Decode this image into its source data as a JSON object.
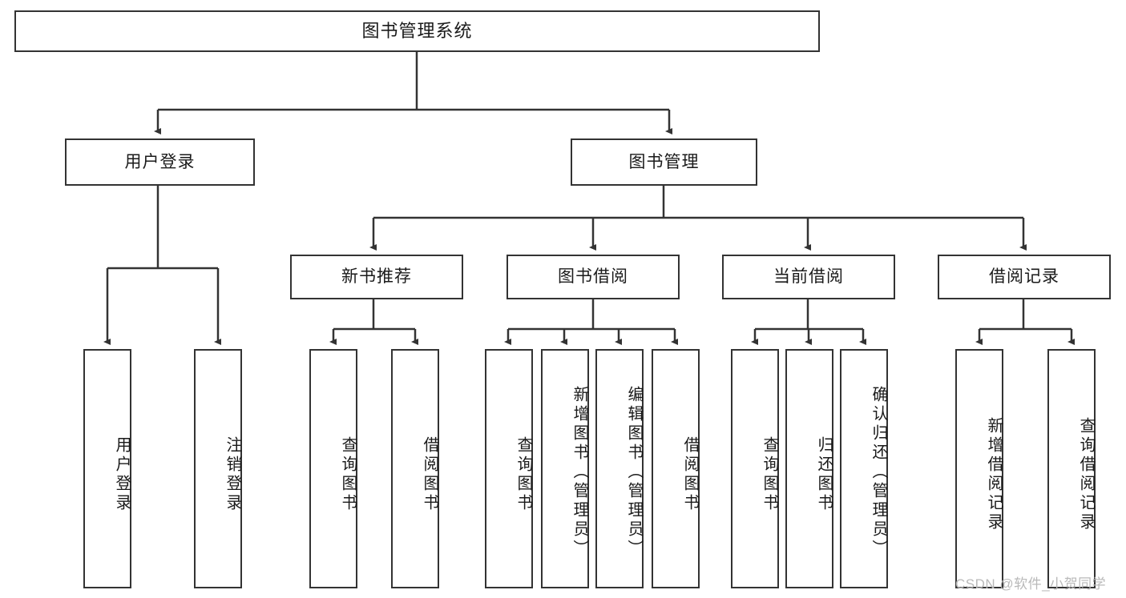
{
  "diagram": {
    "title": "图书管理系统",
    "type": "tree-hierarchy-chart",
    "root": {
      "id": "root",
      "label": "图书管理系统"
    },
    "level2": [
      {
        "id": "user-login",
        "label": "用户登录"
      },
      {
        "id": "book-manage",
        "label": "图书管理"
      }
    ],
    "level3": [
      {
        "id": "new-book-recommend",
        "label": "新书推荐",
        "parent": "book-manage"
      },
      {
        "id": "book-borrow",
        "label": "图书借阅",
        "parent": "book-manage"
      },
      {
        "id": "current-borrow",
        "label": "当前借阅",
        "parent": "book-manage"
      },
      {
        "id": "borrow-record",
        "label": "借阅记录",
        "parent": "book-manage"
      }
    ],
    "leaves": {
      "user-login": [
        {
          "id": "leaf-user-login",
          "label": "用户登录"
        },
        {
          "id": "leaf-logout",
          "label": "注销登录"
        }
      ],
      "new-book-recommend": [
        {
          "id": "leaf-query-book-1",
          "label": "查询图书"
        },
        {
          "id": "leaf-borrow-book-1",
          "label": "借阅图书"
        }
      ],
      "book-borrow": [
        {
          "id": "leaf-query-book-2",
          "label": "查询图书"
        },
        {
          "id": "leaf-add-book",
          "label": "新增图书（管理员）"
        },
        {
          "id": "leaf-edit-book",
          "label": "编辑图书（管理员）"
        },
        {
          "id": "leaf-borrow-book-2",
          "label": "借阅图书"
        }
      ],
      "current-borrow": [
        {
          "id": "leaf-query-book-3",
          "label": "查询图书"
        },
        {
          "id": "leaf-return-book",
          "label": "归还图书"
        },
        {
          "id": "leaf-confirm-return",
          "label": "确认归还（管理员）"
        }
      ],
      "borrow-record": [
        {
          "id": "leaf-add-record",
          "label": "新增借阅记录"
        },
        {
          "id": "leaf-query-record",
          "label": "查询借阅记录"
        }
      ]
    }
  },
  "watermark": {
    "text": "CSDN @软件_小贺同学"
  },
  "colors": {
    "stroke": "#333333",
    "background": "#ffffff",
    "text": "#1a1a1a",
    "watermark": "#b9b9b9"
  }
}
